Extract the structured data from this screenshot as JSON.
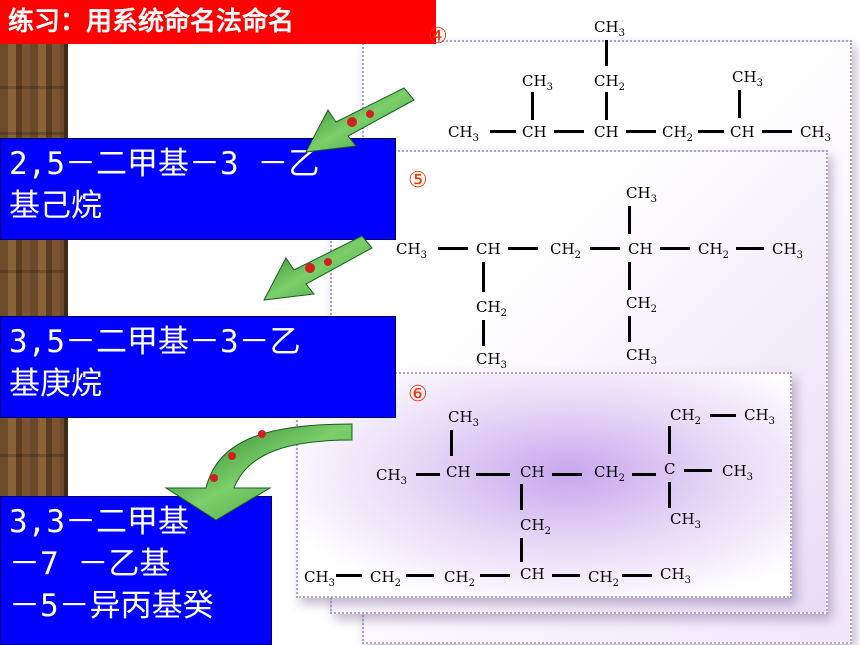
{
  "title": "练习：用系统命名法命名",
  "problems": [
    {
      "number": "④",
      "answer": "2,5－二甲基－3 －乙\n基己烷",
      "groups": [
        "CH3",
        "CH",
        "CH",
        "CH2",
        "CH",
        "CH3",
        "CH3",
        "CH2",
        "CH3",
        "CH3"
      ]
    },
    {
      "number": "⑤",
      "answer": "3,5－二甲基－3－乙\n基庚烷",
      "groups": [
        "CH3",
        "CH",
        "CH2",
        "CH",
        "CH2",
        "CH3",
        "CH3",
        "CH2",
        "CH3",
        "CH2",
        "CH3"
      ]
    },
    {
      "number": "⑥",
      "answer": "3,3－二甲基\n－7 －乙基\n－5－异丙基癸",
      "groups": [
        "CH3",
        "CH3",
        "CH",
        "CH",
        "CH2",
        "C",
        "CH3",
        "CH2",
        "CH3",
        "CH3",
        "CH2",
        "CH3",
        "CH2",
        "CH2",
        "CH",
        "CH2",
        "CH3"
      ]
    }
  ]
}
